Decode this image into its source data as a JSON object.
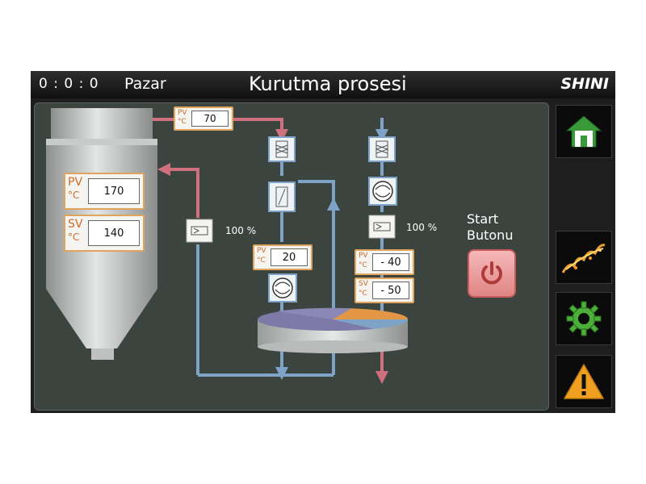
{
  "header": {
    "clock": "0 : 0 : 0",
    "day": "Pazar",
    "title": "Kurutma prosesi",
    "brand": "SHINI"
  },
  "readouts": {
    "inlet": {
      "unit_line1": "PV",
      "unit_line2": "°C",
      "value": "70"
    },
    "hopper_pv": {
      "unit_line1": "PV",
      "unit_line2": "°C",
      "value": "170"
    },
    "hopper_sv": {
      "unit_line1": "SV",
      "unit_line2": "°C",
      "value": "140"
    },
    "mid_pv": {
      "unit_line1": "PV",
      "unit_line2": "°C",
      "value": "20"
    },
    "right_pv": {
      "unit_line1": "PV",
      "unit_line2": "°C",
      "value": "- 40"
    },
    "right_sv": {
      "unit_line1": "SV",
      "unit_line2": "°C",
      "value": "- 50"
    }
  },
  "valves": {
    "left_percent": "100 %",
    "right_percent": "100 %"
  },
  "start": {
    "label_line1": "Start",
    "label_line2": "Butonu"
  },
  "sidebar": {
    "icons": [
      "home-icon",
      "fire-icon",
      "gear-icon",
      "warning-icon"
    ]
  },
  "colors": {
    "hot_pipe": "#d0707f",
    "cold_pipe": "#7fa3c7",
    "panel_bg": "#3b443f",
    "readout_border": "#e0a45c",
    "start_button": "#e08585"
  }
}
